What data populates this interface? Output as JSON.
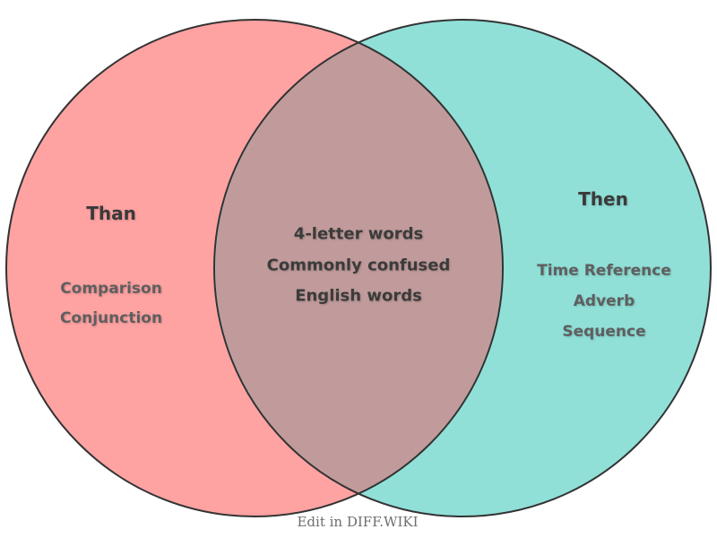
{
  "venn": {
    "left": {
      "title": "Than",
      "items": [
        "Comparison",
        "Conjunction"
      ]
    },
    "right": {
      "title": "Then",
      "items": [
        "Time Reference",
        "Adverb",
        "Sequence"
      ]
    },
    "overlap": {
      "items": [
        "4-letter words",
        "Commonly confused",
        "English words"
      ]
    }
  },
  "footer": {
    "label": "Edit in DIFF.WIKI"
  },
  "colors": {
    "left_fill": "#ffa2a2",
    "right_fill": "#90e0d8",
    "overlap_fill": "#c19b9b",
    "outline": "#333333",
    "title_text": "#3a3a3a",
    "item_text": "#5f5f5f",
    "footer_text": "#6e6e6e"
  }
}
